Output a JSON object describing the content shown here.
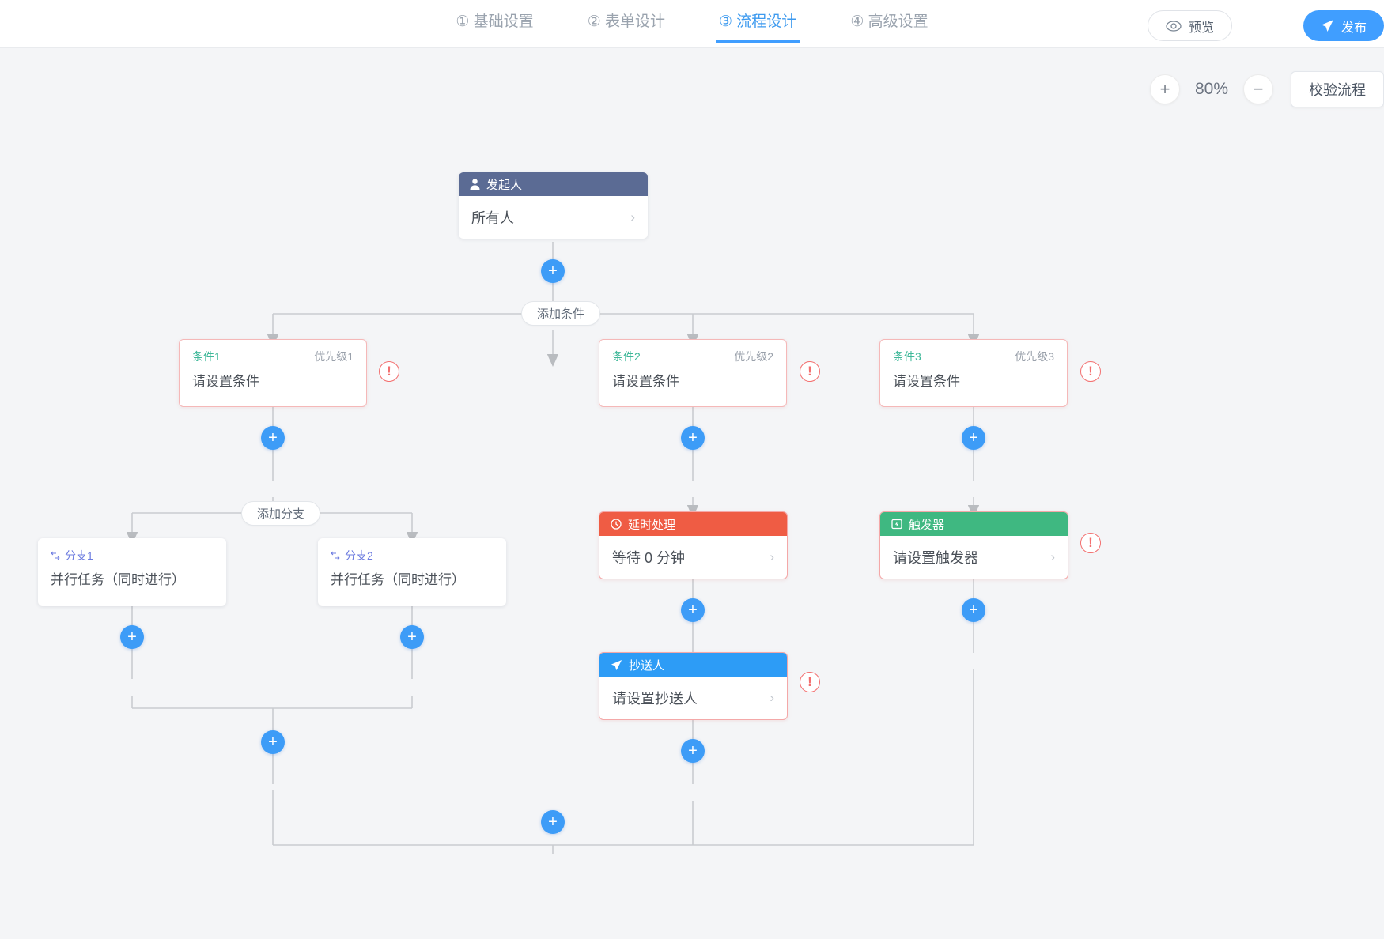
{
  "header": {
    "steps": [
      {
        "label": "① 基础设置",
        "active": false
      },
      {
        "label": "② 表单设计",
        "active": false
      },
      {
        "label": "③ 流程设计",
        "active": true
      },
      {
        "label": "④ 高级设置",
        "active": false
      }
    ],
    "preview_label": "预览",
    "publish_label": "发布"
  },
  "toolbar": {
    "zoom_in": "+",
    "zoom_level": "80%",
    "zoom_out": "−",
    "validate_label": "校验流程"
  },
  "flow": {
    "initiator": {
      "title": "发起人",
      "value": "所有人",
      "header_color": "#5b6b94"
    },
    "add_condition_label": "添加条件",
    "add_branch_label": "添加分支",
    "conditions": [
      {
        "name": "条件1",
        "priority": "优先级1",
        "value": "请设置条件"
      },
      {
        "name": "条件2",
        "priority": "优先级2",
        "value": "请设置条件"
      },
      {
        "name": "条件3",
        "priority": "优先级3",
        "value": "请设置条件"
      }
    ],
    "branches": [
      {
        "name": "分支1",
        "value": "并行任务（同时进行）"
      },
      {
        "name": "分支2",
        "value": "并行任务（同时进行）"
      }
    ],
    "delay": {
      "title": "延时处理",
      "value": "等待 0 分钟",
      "header_color": "#ef5c44"
    },
    "trigger": {
      "title": "触发器",
      "value": "请设置触发器",
      "header_color": "#3fb881"
    },
    "cc": {
      "title": "抄送人",
      "value": "请设置抄送人",
      "header_color": "#2d9cf6"
    },
    "error_mark": "!"
  }
}
